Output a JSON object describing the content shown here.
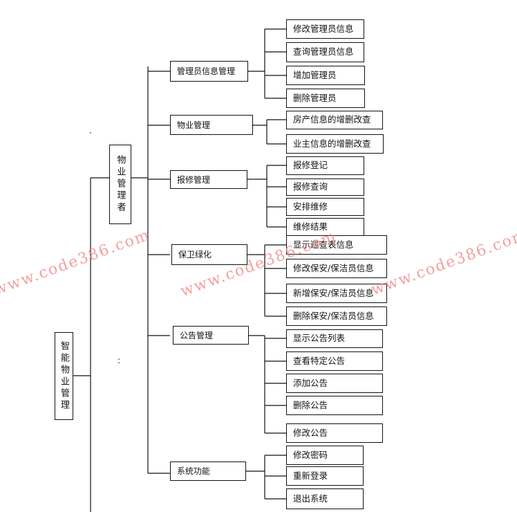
{
  "diagram": {
    "root": "智能物业管理",
    "manager": "物业管理者",
    "modules": [
      {
        "id": "admin-info",
        "label": "管理员信息管理",
        "children": [
          "修改管理员信息",
          "查询管理员信息",
          "增加管理员",
          "删除管理员"
        ]
      },
      {
        "id": "property",
        "label": "物业管理",
        "children": [
          "房产信息的增删改查",
          "业主信息的增删改查"
        ]
      },
      {
        "id": "repair",
        "label": "报修管理",
        "children": [
          "报修登记",
          "报修查询",
          "安排维修",
          "维修结果"
        ]
      },
      {
        "id": "security",
        "label": "保卫绿化",
        "children": [
          "显示巡查表信息",
          "修改保安/保洁员信息",
          "新增保安/保洁员信息",
          "删除保安/保洁员信息"
        ]
      },
      {
        "id": "notice",
        "label": "公告管理",
        "children": [
          "显示公告列表",
          "查看特定公告",
          "添加公告",
          "删除公告",
          "修改公告"
        ]
      },
      {
        "id": "system",
        "label": "系统功能",
        "children": [
          "修改密码",
          "重新登录",
          "退出系统"
        ]
      }
    ],
    "watermark": "www.code386.com",
    "colors": {
      "line": "#111111",
      "watermark": "#f08080"
    }
  }
}
